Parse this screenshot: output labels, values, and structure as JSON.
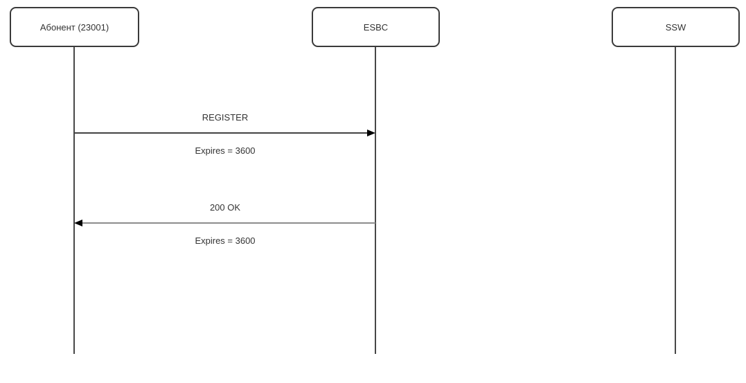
{
  "diagram": {
    "type": "sequence-diagram",
    "background": "#ffffff",
    "actors": [
      {
        "id": "subscriber",
        "label": "Абонент (23001)"
      },
      {
        "id": "esbc",
        "label": "ESBC"
      },
      {
        "id": "ssw",
        "label": "SSW"
      }
    ],
    "messages": [
      {
        "title": "REGISTER",
        "subtitle": "Expires = 3600",
        "from": "Абонент (23001)",
        "to": "ESBC",
        "direction": "right",
        "line_color": "#424242",
        "arrowhead_color": "#000000"
      },
      {
        "title": "200 OK",
        "subtitle": "Expires = 3600",
        "from": "ESBC",
        "to": "Абонент (23001)",
        "direction": "left",
        "line_color": "#8c8c8c",
        "arrowhead_color": "#000000"
      }
    ],
    "colors": {
      "box_border": "#3a3a3a",
      "box_fill": "#ffffff",
      "text": "#333333",
      "lifeline": "#474747"
    }
  }
}
